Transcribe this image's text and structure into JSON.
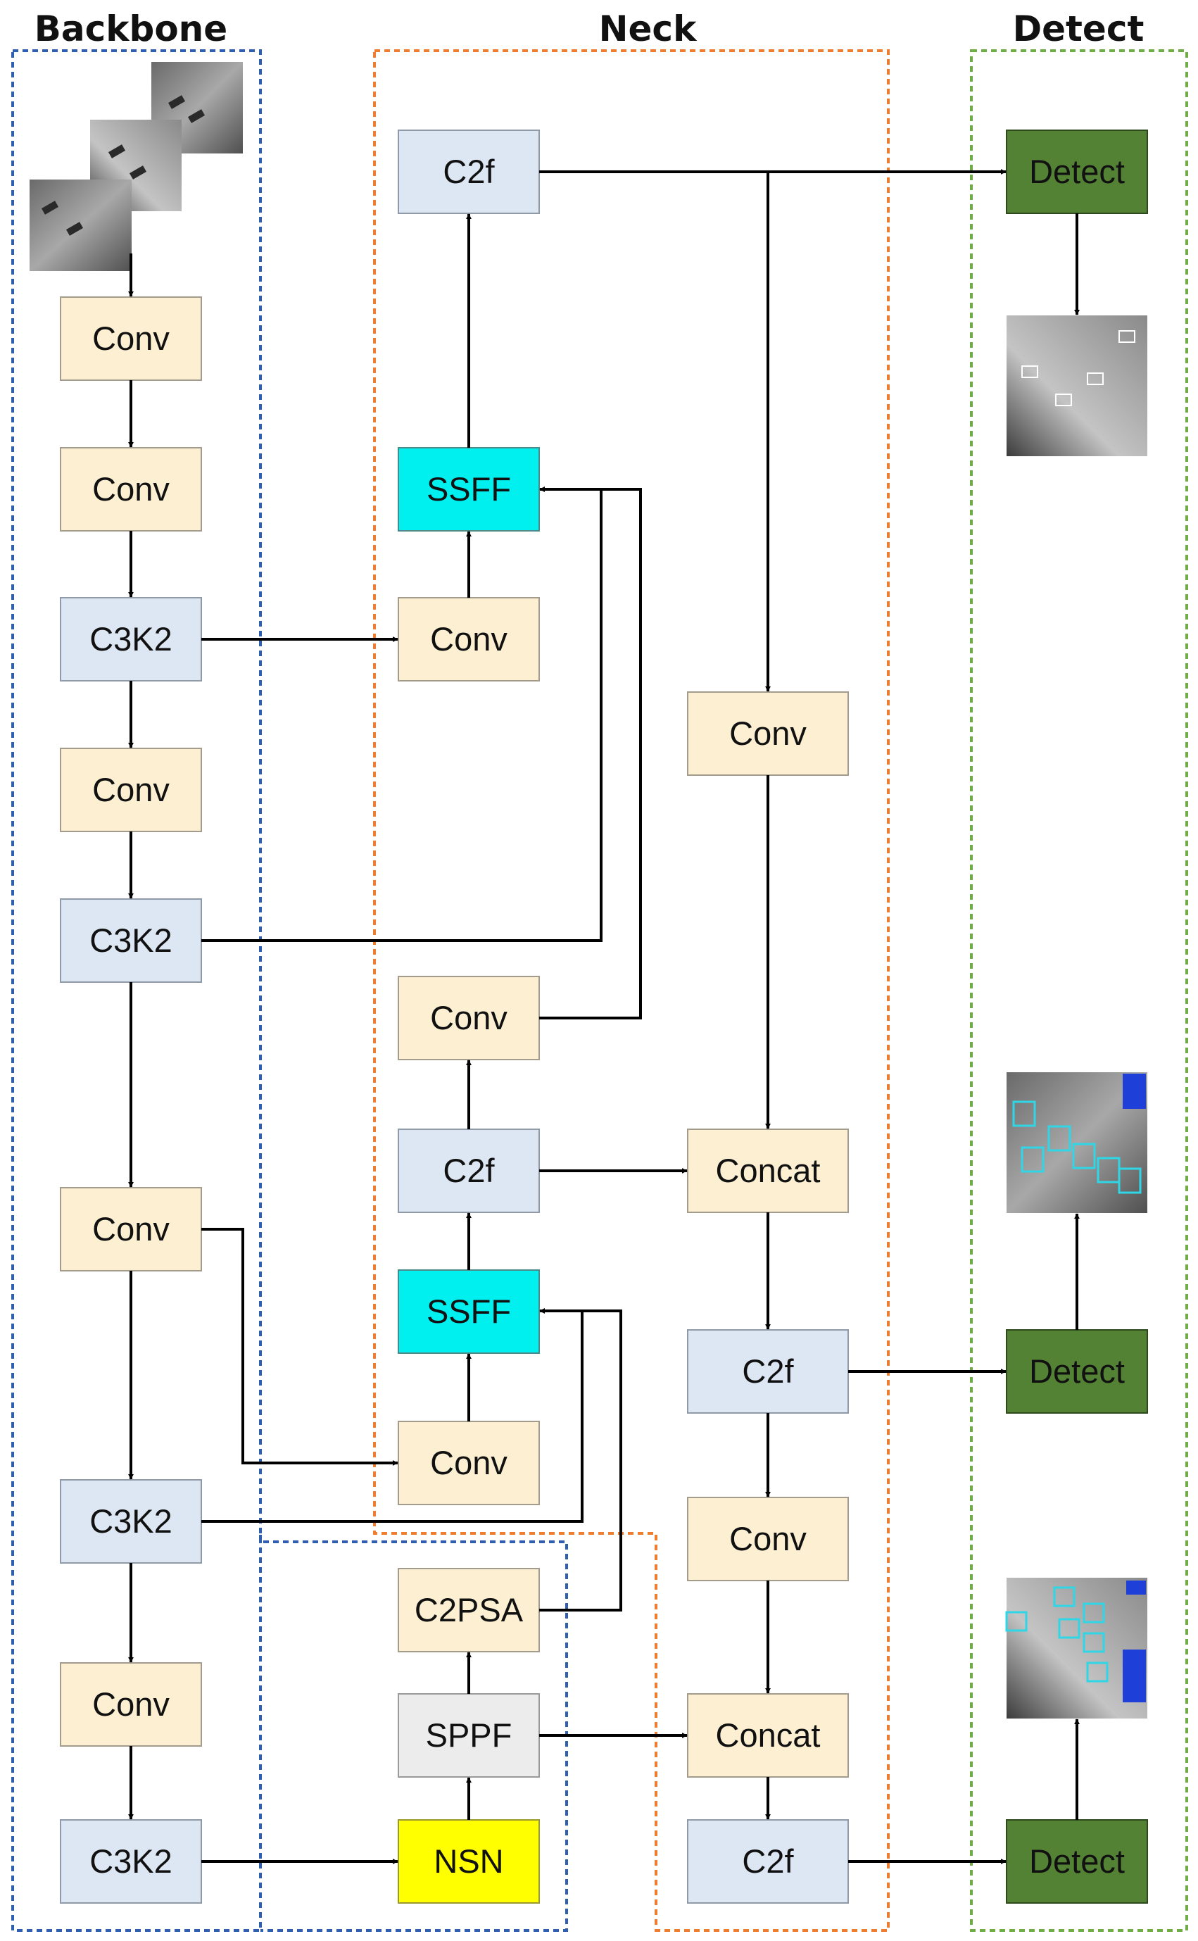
{
  "sections": {
    "backbone": "Backbone",
    "neck": "Neck",
    "detect": "Detect"
  },
  "blocks": {
    "bb_conv1": "Conv",
    "bb_conv2": "Conv",
    "bb_c3k2_1": "C3K2",
    "bb_conv3": "Conv",
    "bb_c3k2_2": "C3K2",
    "bb_conv4": "Conv",
    "bb_c3k2_3": "C3K2",
    "bb_conv5": "Conv",
    "bb_c3k2_4": "C3K2",
    "nk_c2f_top": "C2f",
    "nk_ssff_1": "SSFF",
    "nk_conv_a": "Conv",
    "nk_conv_b": "Conv",
    "nk_c2f_mid": "C2f",
    "nk_ssff_2": "SSFF",
    "nk_conv_c": "Conv",
    "nk_c2psa": "C2PSA",
    "nk_sppf": "SPPF",
    "nk_nsn": "NSN",
    "nk_conv_r1": "Conv",
    "nk_concat_1": "Concat",
    "nk_c2f_r1": "C2f",
    "nk_conv_r2": "Conv",
    "nk_concat_2": "Concat",
    "nk_c2f_r2": "C2f",
    "dt_detect_1": "Detect",
    "dt_detect_2": "Detect",
    "dt_detect_3": "Detect"
  },
  "colors": {
    "conv": "#fdf0d2",
    "c3k2": "#dce7f3",
    "ssff": "#00f0f0",
    "nsn": "#ffff00",
    "sppf": "#ececec",
    "detect": "#548235",
    "backbone_border": "#2f5fae",
    "neck_border": "#ed7d31",
    "detect_border": "#70ad47"
  }
}
